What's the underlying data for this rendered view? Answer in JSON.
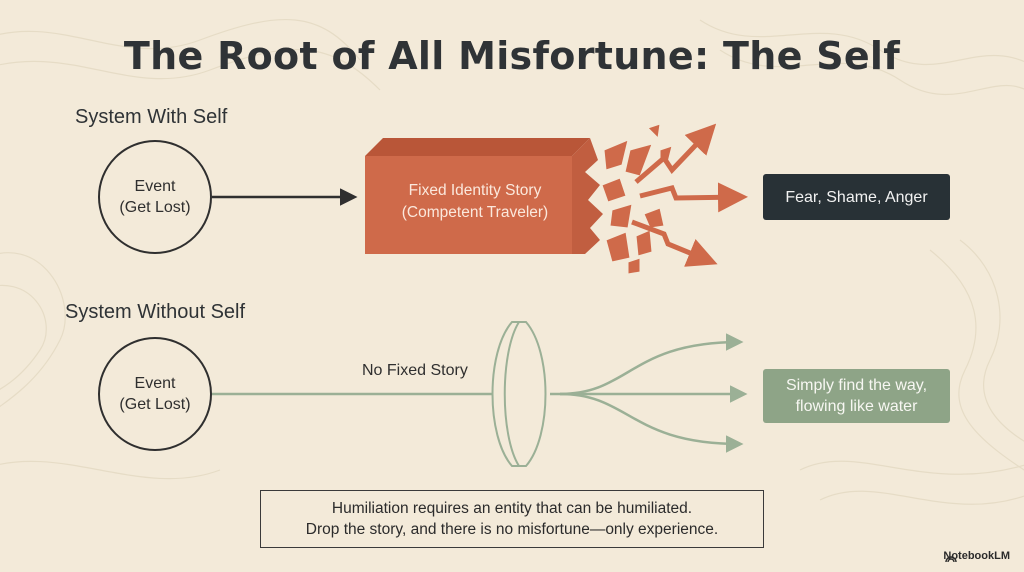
{
  "title": "The Root of All Misfortune: The Self",
  "with_self": {
    "label": "System With Self",
    "event_line1": "Event",
    "event_line2": "(Get Lost)",
    "story_line1": "Fixed Identity Story",
    "story_line2": "(Competent Traveler)",
    "outcome": "Fear, Shame, Anger"
  },
  "without_self": {
    "label": "System Without Self",
    "event_line1": "Event",
    "event_line2": "(Get Lost)",
    "story_label": "No Fixed Story",
    "outcome_line1": "Simply find the way,",
    "outcome_line2": "flowing like water"
  },
  "quote": {
    "line1": "Humiliation requires an entity that can be humiliated.",
    "line2": "Drop the story, and there is no misfortune—only experience."
  },
  "brand": "NotebookLM",
  "colors": {
    "background": "#f3ead9",
    "brick": "#cf6a4a",
    "dark_box": "#283136",
    "green": "#8ea487",
    "ink": "#2f2f2f"
  }
}
